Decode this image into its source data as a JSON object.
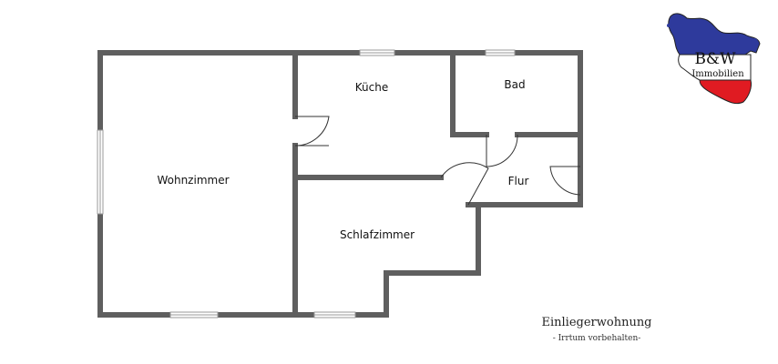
{
  "plan": {
    "title": "Einliegerwohnung",
    "note": "- Irrtum vorbehalten-",
    "rooms": {
      "wohnzimmer": "Wohnzimmer",
      "kueche": "Küche",
      "bad": "Bad",
      "flur": "Flur",
      "schlafzimmer": "Schlafzimmer"
    },
    "wall_color": "#5f5f5f"
  },
  "logo": {
    "line1": "B&W",
    "line2": "Immobilien",
    "colors": {
      "blue": "#2e3a9c",
      "red": "#e01b22",
      "outline": "#222222"
    }
  }
}
